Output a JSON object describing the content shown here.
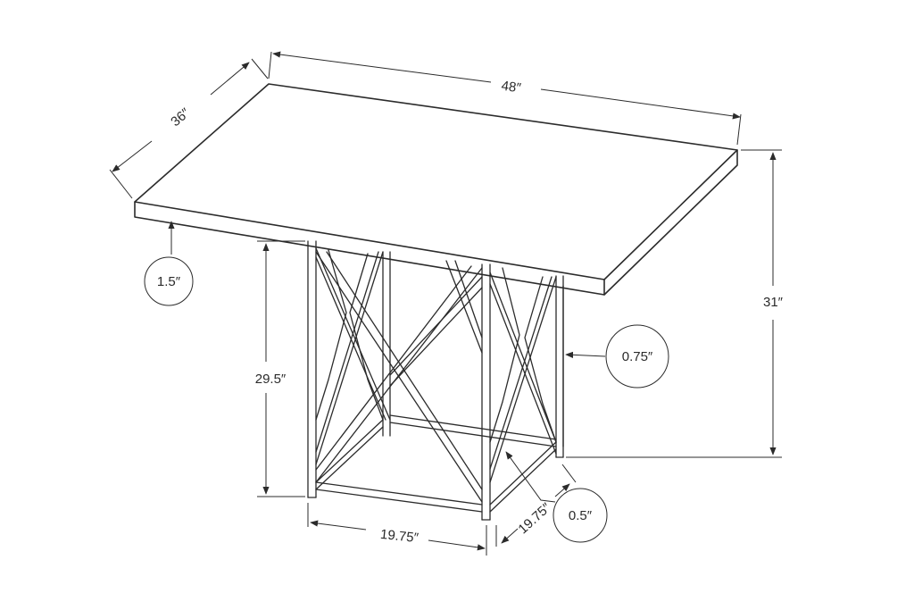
{
  "dimensions": {
    "width": "48″",
    "depth": "36″",
    "height": "31″",
    "top_thickness": "1.5″",
    "leg_height": "29.5″",
    "tube_width": "0.75″",
    "base_width": "19.75″",
    "base_depth": "19.75″",
    "rod_diameter": "0.5″"
  }
}
